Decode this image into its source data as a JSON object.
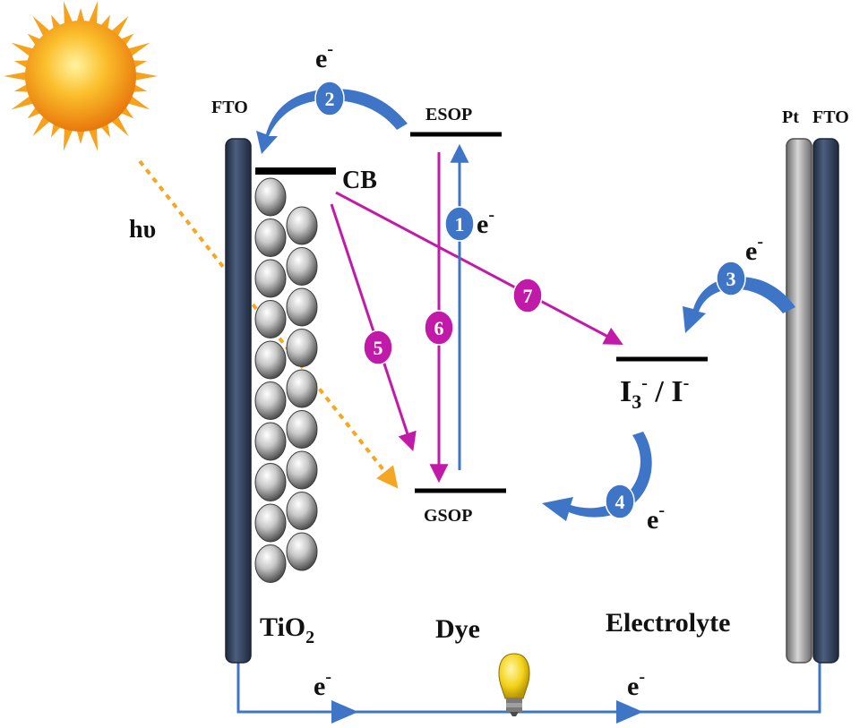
{
  "labels": {
    "fto_left": "FTO",
    "pt": "Pt",
    "fto_right": "FTO",
    "hv": "hυ",
    "esop": "ESOP",
    "gsop": "GSOP",
    "cb": "CB",
    "redox": "I",
    "redox_sub1": "3",
    "redox_sup1": "-",
    "redox_mid": " / I",
    "redox_sup2": "-",
    "tio2_main": "TiO",
    "tio2_sub": "2",
    "dye": "Dye",
    "electrolyte": "Electrolyte",
    "electron": "e",
    "electron_sup": "-"
  },
  "steps": [
    "1",
    "2",
    "3",
    "4",
    "5",
    "6",
    "7"
  ],
  "colors": {
    "electrode": "#2f3e57",
    "pt": "#9a9a9a",
    "blue": "#3f75c7",
    "magenta": "#c21aa8",
    "orange": "#f5a623",
    "sun": "#f7a21b",
    "bulb": "#f2d21a",
    "level": "#000000"
  },
  "icons": {
    "sun": "sun-icon",
    "bulb": "light-bulb-icon"
  }
}
